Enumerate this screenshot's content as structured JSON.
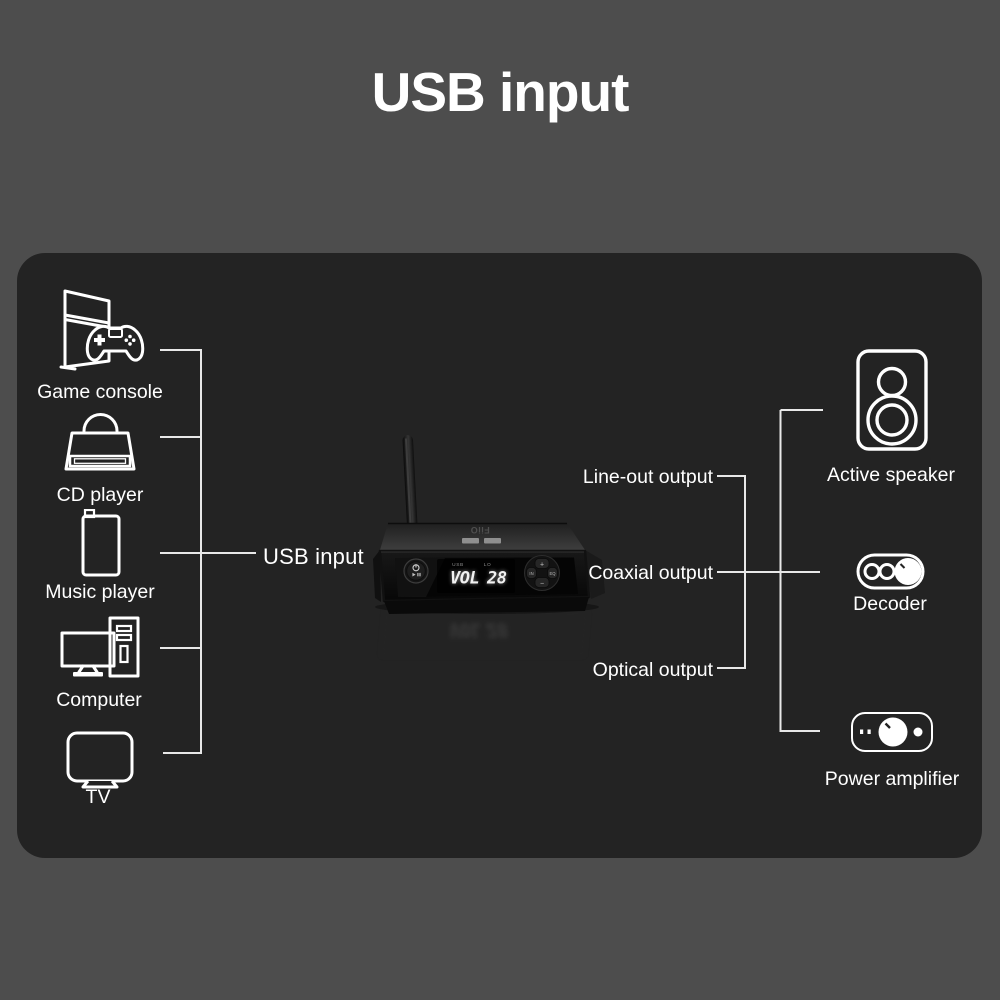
{
  "title": "USB input",
  "hub_label": "USB input",
  "inputs": [
    {
      "label": "Game console",
      "icon": "game-console-icon"
    },
    {
      "label": "CD player",
      "icon": "cd-player-icon"
    },
    {
      "label": "Music player",
      "icon": "music-player-icon"
    },
    {
      "label": "Computer",
      "icon": "computer-icon"
    },
    {
      "label": "TV",
      "icon": "tv-icon"
    }
  ],
  "outputs": [
    {
      "label": "Line-out output"
    },
    {
      "label": "Coaxial output"
    },
    {
      "label": "Optical output"
    }
  ],
  "sinks": [
    {
      "label": "Active speaker",
      "icon": "active-speaker-icon"
    },
    {
      "label": "Decoder",
      "icon": "decoder-icon"
    },
    {
      "label": "Power amplifier",
      "icon": "power-amplifier-icon"
    }
  ],
  "device": {
    "brand": "FiiO",
    "display_mode": "VOL",
    "display_value": "28",
    "display_tag_left": "USB",
    "display_tag_right": "LO",
    "button_up": "+",
    "button_down": "−",
    "button_left": "IN",
    "button_right": "EQ"
  },
  "colors": {
    "background": "#4d4d4d",
    "panel": "#232323",
    "connector_line": "#e8e8e8",
    "text": "#ffffff",
    "device_body": "#101010"
  }
}
